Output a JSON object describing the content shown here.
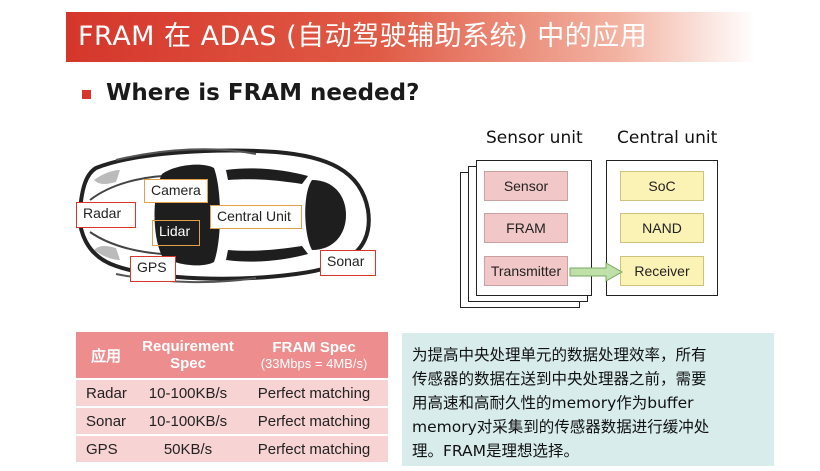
{
  "header": {
    "title": "FRAM 在 ADAS (自动驾驶辅助系统) 中的应用"
  },
  "section": {
    "subtitle": "Where is FRAM needed?"
  },
  "car_labels": {
    "radar": "Radar",
    "camera": "Camera",
    "lidar": "Lidar",
    "central_unit": "Central Unit",
    "gps": "GPS",
    "sonar": "Sonar"
  },
  "diagram": {
    "sensor_unit_title": "Sensor unit",
    "central_unit_title": "Central unit",
    "sensor_items": [
      "Sensor",
      "FRAM",
      "Transmitter"
    ],
    "central_items": [
      "SoC",
      "NAND",
      "Receiver"
    ]
  },
  "table": {
    "headers": {
      "application": "应用",
      "requirement": "Requirement Spec",
      "fram": "FRAM Spec",
      "fram_sub": "(33Mbps = 4MB/s)"
    },
    "rows": [
      {
        "application": "Radar",
        "requirement": "10-100KB/s",
        "fram": "Perfect matching"
      },
      {
        "application": "Sonar",
        "requirement": "10-100KB/s",
        "fram": "Perfect matching"
      },
      {
        "application": "GPS",
        "requirement": "50KB/s",
        "fram": "Perfect matching"
      }
    ]
  },
  "note": {
    "lines": [
      "为提高中央处理单元的数据处理效率，所有",
      "传感器的数据在送到中央处理器之前，需要",
      "用高速和高耐久性的memory作为buffer",
      "memory对采集到的传感器数据进行缓冲处",
      "理。FRAM是理想选择。"
    ]
  },
  "colors": {
    "accent_red": "#d9352b",
    "table_header": "#ee8d8d",
    "table_cell": "#f8d3d3",
    "note_bg": "#d8ecec",
    "sensor_box": "#f1c7c7",
    "central_box": "#fbf2b6",
    "arrow_green": "#bfe0a8"
  }
}
